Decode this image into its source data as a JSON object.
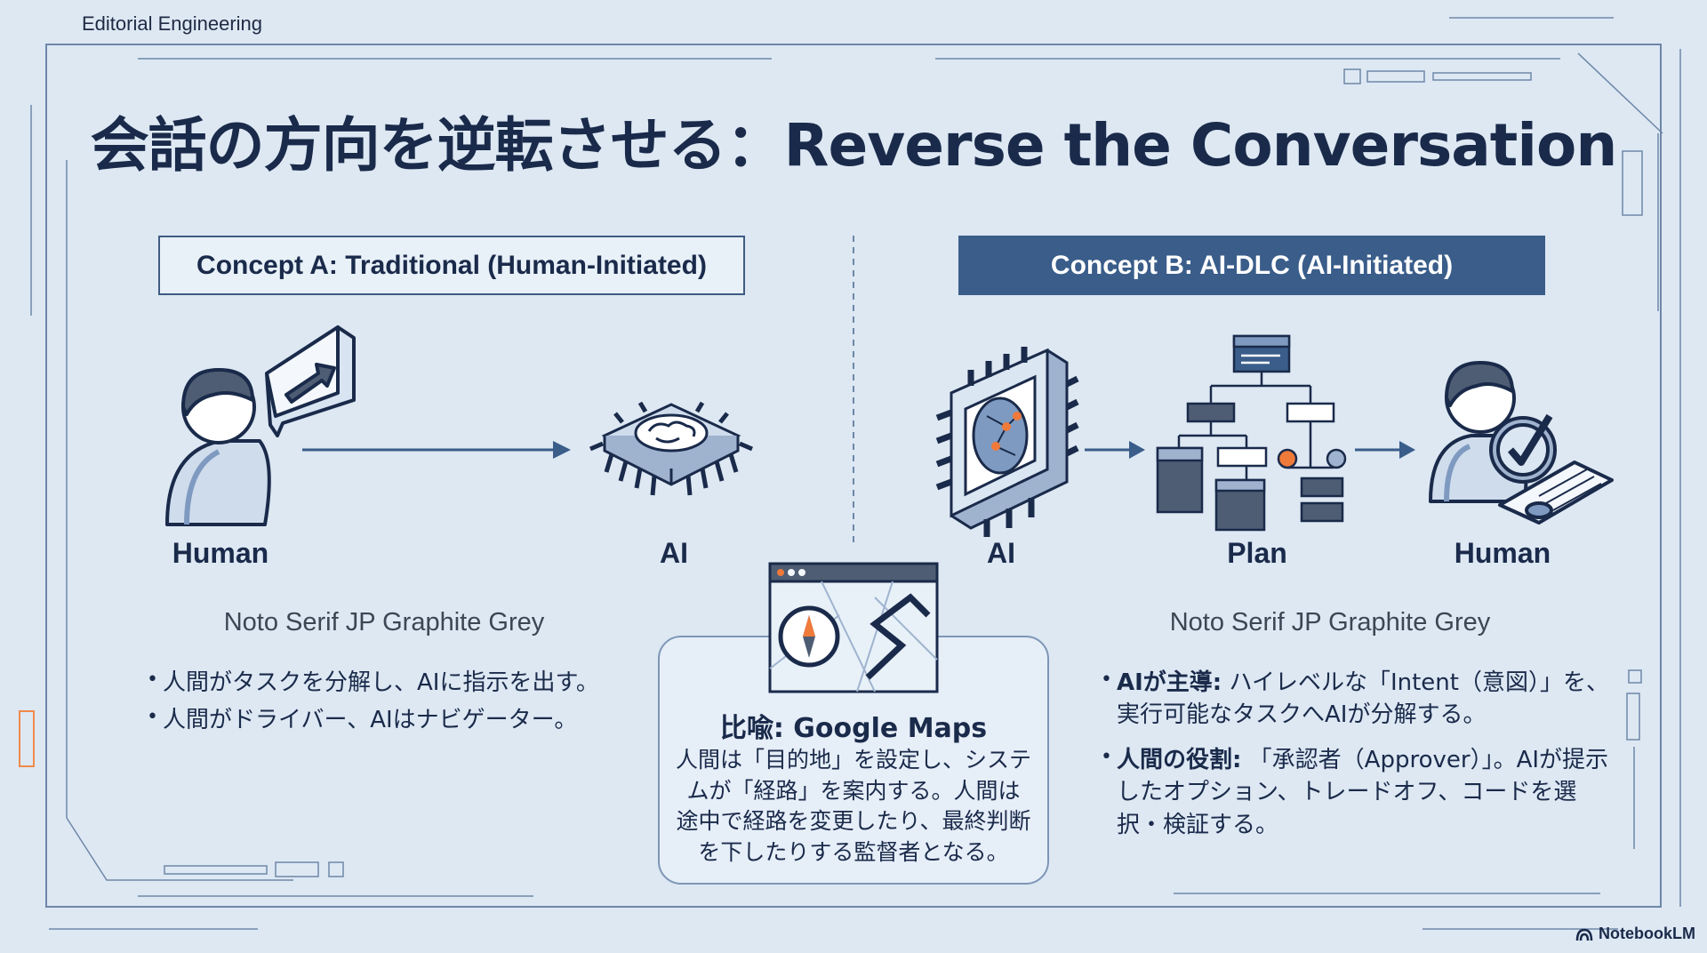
{
  "header": {
    "label": "Editorial Engineering"
  },
  "title": "会話の方向を逆転させる：Reverse the Conversation",
  "concept_a": {
    "heading": "Concept A: Traditional (Human-Initiated)",
    "nodes": {
      "human": "Human",
      "ai": "AI"
    },
    "font_note": "Noto Serif JP Graphite Grey",
    "bullets": [
      "人間がタスクを分解し、AIに指示を出す。",
      "人間がドライバー、AIはナビゲーター。"
    ]
  },
  "concept_b": {
    "heading": "Concept B: AI-DLC (AI-Initiated)",
    "nodes": {
      "ai": "AI",
      "plan": "Plan",
      "human": "Human"
    },
    "font_note": "Noto Serif JP Graphite Grey",
    "bullets": [
      {
        "strong": "AIが主導:",
        "line1": " ハイレベルな「Intent（意図）」を、",
        "line2": "実行可能なタスクへAIが分解する。"
      },
      {
        "strong": "人間の役割:",
        "line1": " 「承認者（Approver）」。AIが提示",
        "line2": "したオプション、トレードオフ、コードを選",
        "line3": "択・検証する。"
      }
    ]
  },
  "metaphor": {
    "title": "比喩: Google Maps",
    "lines": [
      "人間は「目的地」を設定し、システ",
      "ムが「経路」を案内する。人間は",
      "途中で経路を変更したり、最終判断",
      "を下したりする監督者となる。"
    ]
  },
  "icons": {
    "human_a": "person-speech-arrow-icon",
    "chip_a": "chip-brain-icon",
    "chip_b": "chip-brain-network-icon",
    "plan": "plan-flowchart-icon",
    "human_b": "person-approval-check-icon",
    "map": "browser-map-compass-icon"
  },
  "colors": {
    "background": "#dde8f3",
    "navy": "#1a2a4a",
    "accent_blue": "#3a5d8a",
    "accent_orange": "#f07a3a"
  },
  "footer": {
    "brand": "NotebookLM"
  }
}
